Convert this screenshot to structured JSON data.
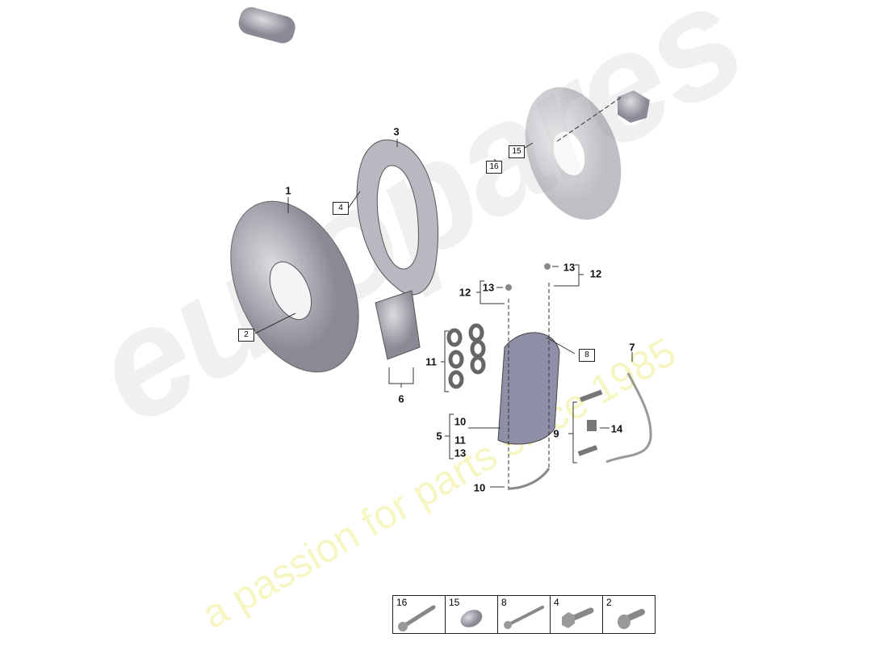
{
  "watermark": {
    "brand": "europares",
    "tagline": "a passion for parts since 1985"
  },
  "callouts": [
    "1",
    "2",
    "3",
    "4",
    "5",
    "6",
    "7",
    "8",
    "9",
    "10",
    "10",
    "11",
    "11",
    "12",
    "12",
    "13",
    "13",
    "13",
    "14",
    "15",
    "16"
  ],
  "group5": [
    "10",
    "11",
    "13"
  ],
  "legend": [
    {
      "num": "16",
      "part": "bolt"
    },
    {
      "num": "15",
      "part": "sleeve"
    },
    {
      "num": "8",
      "part": "bolt"
    },
    {
      "num": "4",
      "part": "hex-bolt"
    },
    {
      "num": "2",
      "part": "countersunk-screw"
    }
  ],
  "colors": {
    "part": "#9a9aa2",
    "shade": "#4a4a6a",
    "watermark": "#c8c8c8",
    "tagline": "#eaea80"
  }
}
